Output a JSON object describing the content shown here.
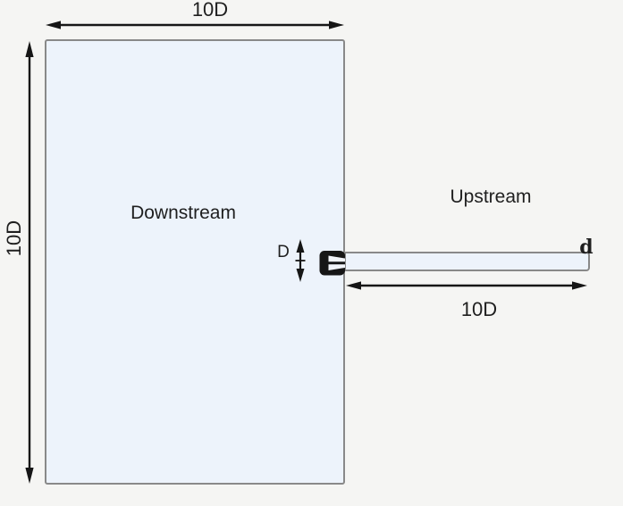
{
  "diagram": {
    "type": "flow-domain-schematic",
    "regions": {
      "downstream_label": "Downstream",
      "upstream_label": "Upstream"
    },
    "dimensions": {
      "domain_width_label": "10D",
      "domain_height_label": "10D",
      "pipe_length_label": "10D",
      "pipe_diameter_label": "D",
      "pipe_end_label": "d"
    },
    "colors": {
      "background": "#f5f5f3",
      "domain_fill": "#edf3fb",
      "domain_border": "#898989",
      "line": "#161616",
      "text": "#1f1f1f"
    }
  }
}
